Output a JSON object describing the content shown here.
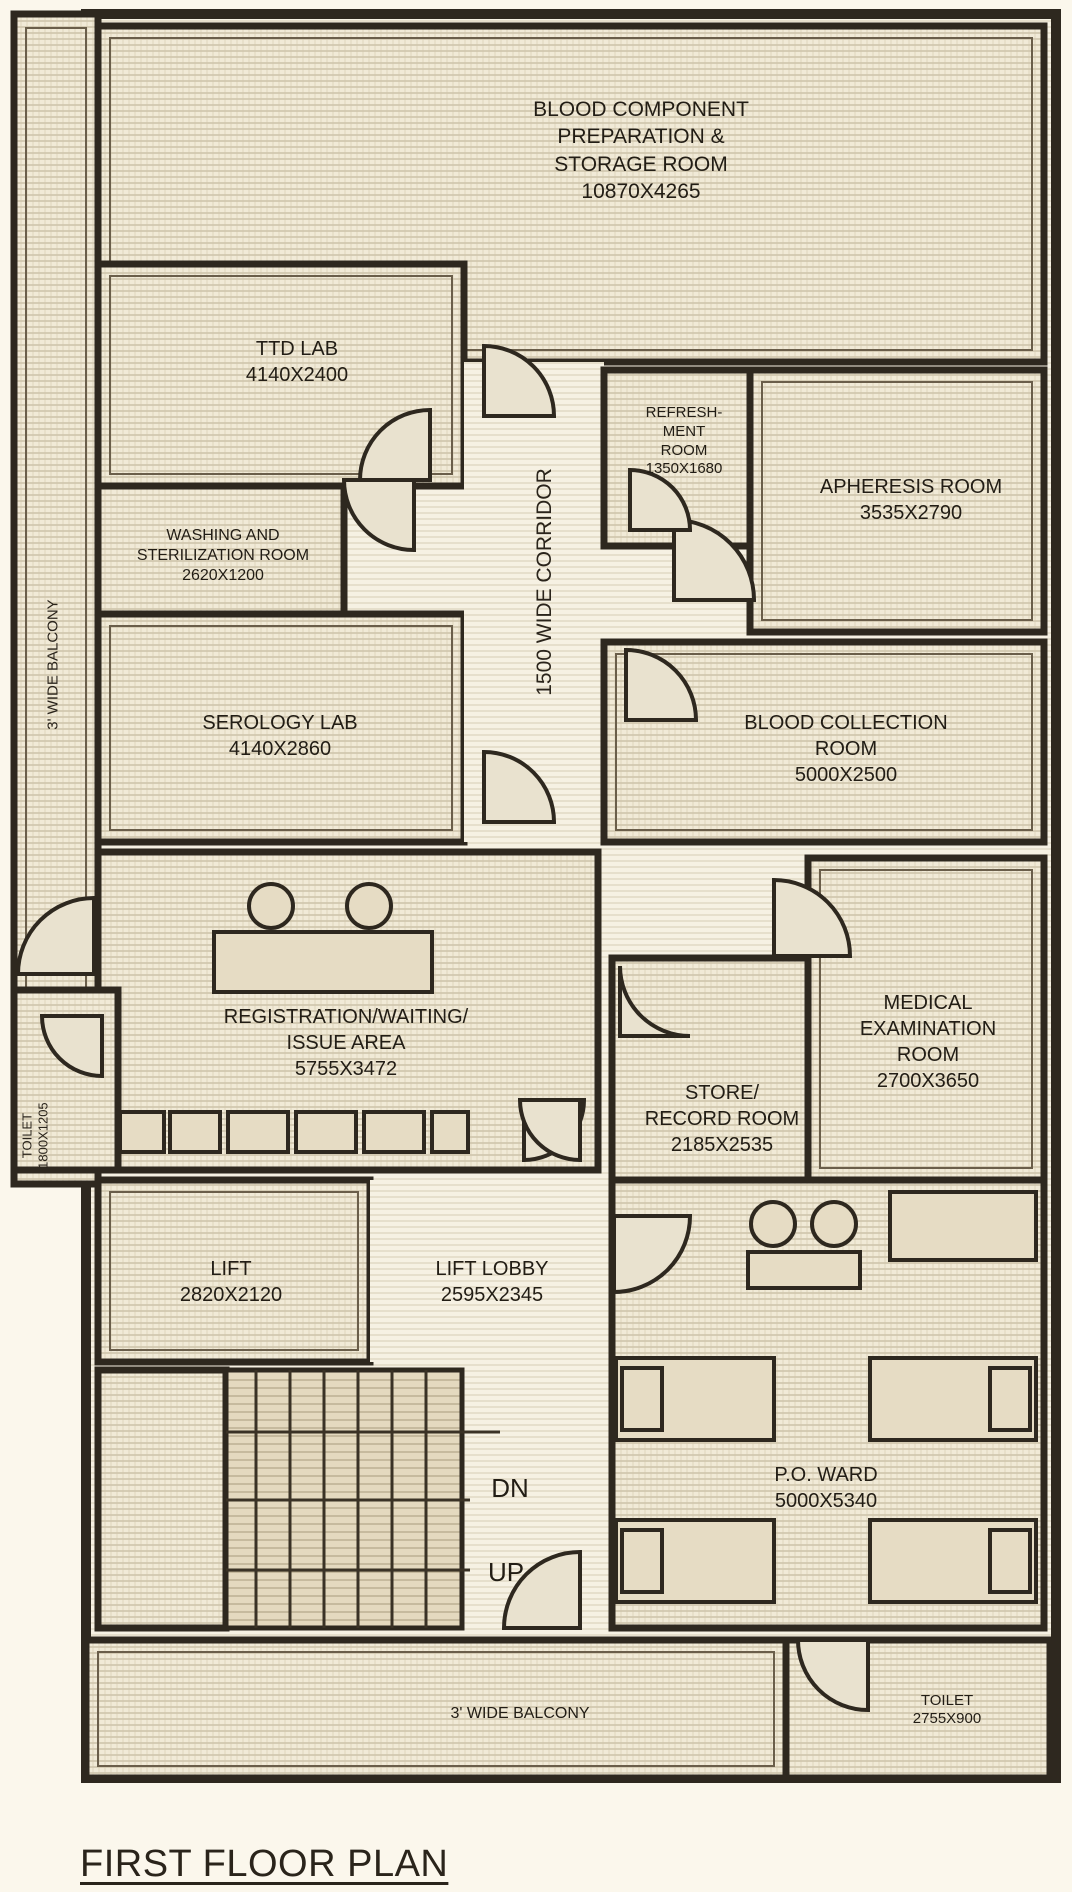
{
  "title": "FIRST FLOOR PLAN",
  "rooms": {
    "blood_component": {
      "lines": [
        "BLOOD COMPONENT",
        "PREPARATION &",
        "STORAGE ROOM",
        "10870X4265"
      ]
    },
    "ttd_lab": {
      "lines": [
        "TTD LAB",
        "4140X2400"
      ]
    },
    "refreshment": {
      "lines": [
        "REFRESH-",
        "MENT",
        "ROOM",
        "1350X1680"
      ]
    },
    "apheresis": {
      "lines": [
        "APHERESIS ROOM",
        "3535X2790"
      ]
    },
    "washing": {
      "lines": [
        "WASHING AND",
        "STERILIZATION ROOM",
        "2620X1200"
      ]
    },
    "corridor": {
      "label": "1500 WIDE CORRIDOR"
    },
    "balcony_side": {
      "label": "3' WIDE BALCONY"
    },
    "serology": {
      "lines": [
        "SEROLOGY LAB",
        "4140X2860"
      ]
    },
    "blood_collection": {
      "lines": [
        "BLOOD COLLECTION",
        "ROOM",
        "5000X2500"
      ]
    },
    "registration": {
      "lines": [
        "REGISTRATION/WAITING/",
        "ISSUE AREA",
        "5755X3472"
      ]
    },
    "medical": {
      "lines": [
        "MEDICAL",
        "EXAMINATION",
        "ROOM",
        "2700X3650"
      ]
    },
    "store": {
      "lines": [
        "STORE/",
        "RECORD ROOM",
        "2185X2535"
      ]
    },
    "toilet_left": {
      "lines": [
        "TOILET",
        "1800X1205"
      ]
    },
    "lift": {
      "lines": [
        "LIFT",
        "2820X2120"
      ]
    },
    "lift_lobby": {
      "lines": [
        "LIFT LOBBY",
        "2595X2345"
      ]
    },
    "po_ward": {
      "lines": [
        "P.O. WARD",
        "5000X5340"
      ]
    },
    "balcony_bottom": {
      "label": "3' WIDE BALCONY"
    },
    "toilet_bottom": {
      "lines": [
        "TOILET",
        "2755X900"
      ]
    }
  },
  "stairs": {
    "down": "DN",
    "up": "UP"
  }
}
